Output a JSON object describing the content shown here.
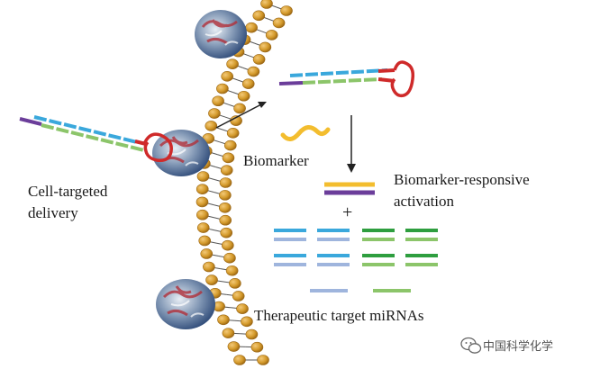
{
  "labels": {
    "cell_targeted_line1": "Cell-targeted",
    "cell_targeted_line2": "delivery",
    "biomarker": "Biomarker",
    "activation_line1": "Biomarker-responsive",
    "activation_line2": "activation",
    "plus": "+",
    "therapeutic": "Therapeutic target miRNAs"
  },
  "watermark": {
    "text": "中国科学化学",
    "icon": "wechat-icon"
  },
  "colors": {
    "membrane_bead": "#d49a2b",
    "membrane_bead_dark": "#b27716",
    "strand_blue": "#3aa8dc",
    "strand_blue_light": "#9fb5dd",
    "strand_green": "#8cc56a",
    "strand_green_dark": "#2e9e3f",
    "strand_purple": "#6b3d9a",
    "hairpin_red": "#cf2a2a",
    "biomarker_yellow": "#f3bd2e",
    "arrow": "#222222"
  }
}
